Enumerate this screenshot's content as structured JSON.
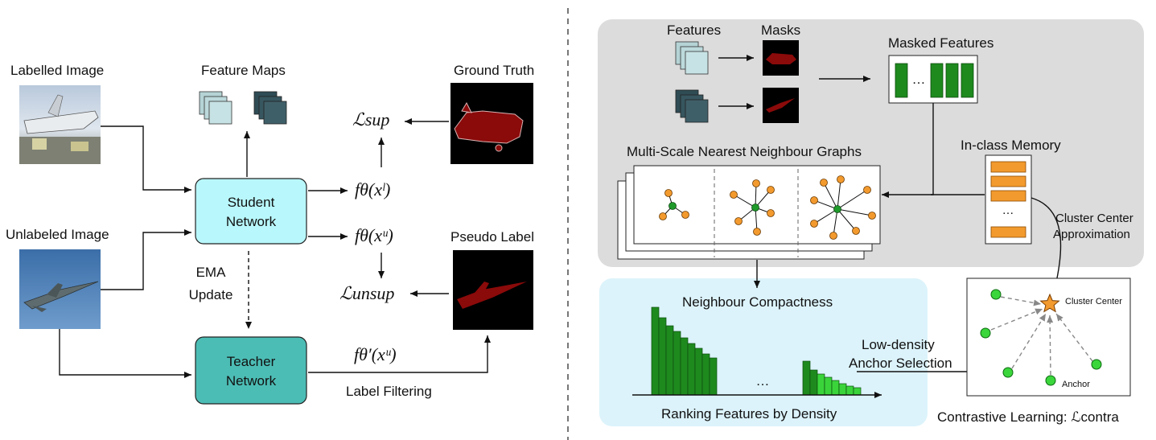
{
  "left": {
    "labelled_image": "Labelled Image",
    "unlabeled_image": "Unlabeled Image",
    "feature_maps": "Feature Maps",
    "ground_truth": "Ground Truth",
    "pseudo_label": "Pseudo Label",
    "student_line1": "Student",
    "student_line2": "Network",
    "teacher_line1": "Teacher",
    "teacher_line2": "Network",
    "ema_line1": "EMA",
    "ema_line2": "Update",
    "label_filtering": "Label Filtering",
    "loss_sup": "ℒsup",
    "loss_unsup": "ℒunsup",
    "f_xl": "fθ(xˡ)",
    "f_xu": "fθ(xᵘ)",
    "f_teacher_xu": "fθ′(xᵘ)"
  },
  "right": {
    "features": "Features",
    "masks": "Masks",
    "masked_features": "Masked Features",
    "ellipsis": "…",
    "graphs_title": "Multi-Scale Nearest Neighbour Graphs",
    "in_class_memory": "In-class Memory",
    "cluster_center_approx_line1": "Cluster Center",
    "cluster_center_approx_line2": "Approximation",
    "neighbour_compactness": "Neighbour Compactness",
    "ranking_features": "Ranking Features by Density",
    "low_density_line1": "Low-density",
    "low_density_line2": "Anchor Selection",
    "cluster_center": "Cluster Center",
    "anchor": "Anchor",
    "contrastive_learning": "Contrastive Learning: ℒcontra"
  },
  "colors": {
    "student_fill": "#b8f7fb",
    "teacher_fill": "#4cbdb5",
    "gray_panel": "#dcdcdc",
    "blue_panel": "#dcf3fb",
    "green_bar": "#1e8a1e",
    "light_green_bar": "#3ad43a",
    "orange_node": "#f39a2e",
    "green_node": "#1f9a2a",
    "mask_red": "#8b0a0a"
  }
}
